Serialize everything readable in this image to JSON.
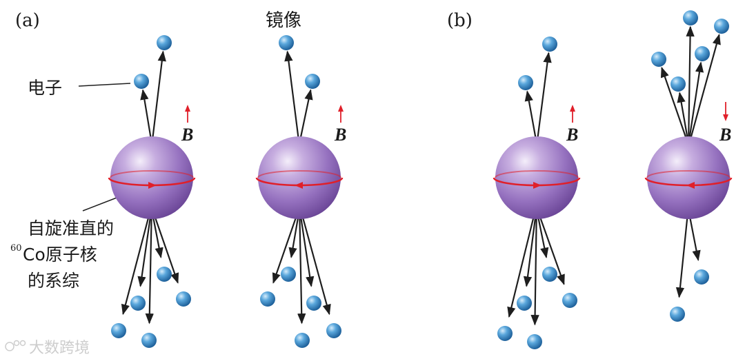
{
  "labels": {
    "panel_a": "(a)",
    "panel_b": "(b)",
    "mirror": "镜像",
    "electron": "电子",
    "system_line1": "自旋准直的",
    "system_sup": "60",
    "system_line2": "Co原子核",
    "system_line3": "的系综",
    "b_symbol": "B",
    "watermark": "大数跨境"
  },
  "colors": {
    "nucleus": "#9b74c2",
    "electron": "#3a86c8",
    "spin_ring": "#e0202a",
    "arrow": "#1e1e1e",
    "b_arrow": "#e0202a"
  },
  "diagrams": [
    {
      "id": "a-original",
      "panel": "a",
      "spin": "ccw-front-right",
      "b_direction": "up"
    },
    {
      "id": "a-mirror",
      "panel": "a",
      "spin": "front-left",
      "b_direction": "up"
    },
    {
      "id": "b-first",
      "panel": "b",
      "spin": "front-right",
      "b_direction": "up"
    },
    {
      "id": "b-second",
      "panel": "b",
      "spin": "front-left",
      "b_direction": "down"
    }
  ]
}
